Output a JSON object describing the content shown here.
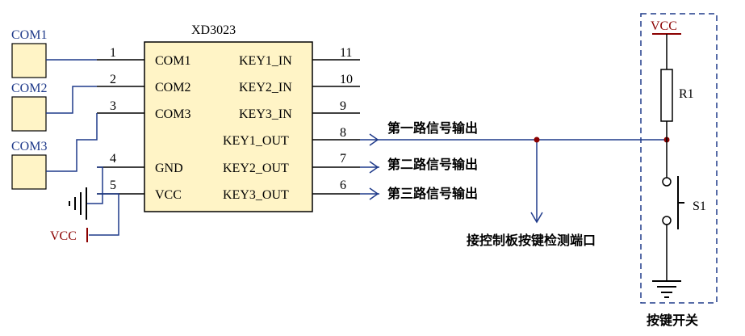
{
  "ic": {
    "name": "XD3023",
    "pins_left": [
      {
        "num": "1",
        "name": "COM1"
      },
      {
        "num": "2",
        "name": "COM2"
      },
      {
        "num": "3",
        "name": "COM3"
      },
      {
        "num": "4",
        "name": "GND"
      },
      {
        "num": "5",
        "name": "VCC"
      }
    ],
    "pins_right": [
      {
        "num": "11",
        "name": "KEY1_IN"
      },
      {
        "num": "10",
        "name": "KEY2_IN"
      },
      {
        "num": "9",
        "name": "KEY3_IN"
      },
      {
        "num": "8",
        "name": "KEY1_OUT"
      },
      {
        "num": "7",
        "name": "KEY2_OUT"
      },
      {
        "num": "6",
        "name": "KEY3_OUT"
      }
    ]
  },
  "pads": [
    {
      "label": "COM1"
    },
    {
      "label": "COM2"
    },
    {
      "label": "COM3"
    }
  ],
  "supply": {
    "vcc_left": "VCC",
    "vcc_right": "VCC"
  },
  "outputs": {
    "out1": "第一路信号输出",
    "out2": "第二路信号输出",
    "out3": "第三路信号输出",
    "detect": "接控制板按键检测端口"
  },
  "switch_block": {
    "resistor": "R1",
    "switch": "S1",
    "caption": "按键开关"
  },
  "colors": {
    "wire_black": "#000000",
    "wire_blue": "#1f3a8a",
    "junction": "#8b0000",
    "ic_fill": "#fff4c6",
    "pad_fill": "#fff4c6",
    "net_label": "#8b0000"
  }
}
